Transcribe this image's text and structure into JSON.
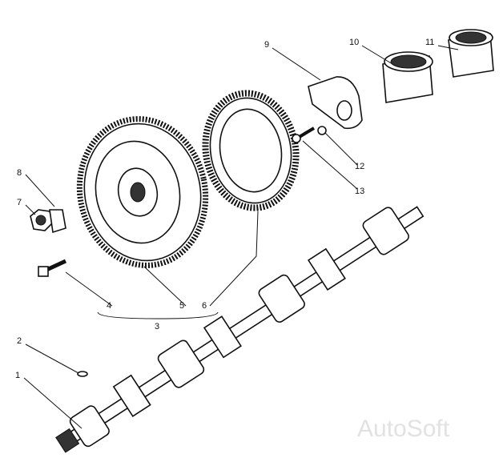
{
  "labels": {
    "l1": "1",
    "l2": "2",
    "l3": "3",
    "l4": "4",
    "l5": "5",
    "l6": "6",
    "l7": "7",
    "l8": "8",
    "l9": "9",
    "l10": "10",
    "l11": "11",
    "l12": "12",
    "l13": "13"
  },
  "watermark": "AutoSoft"
}
